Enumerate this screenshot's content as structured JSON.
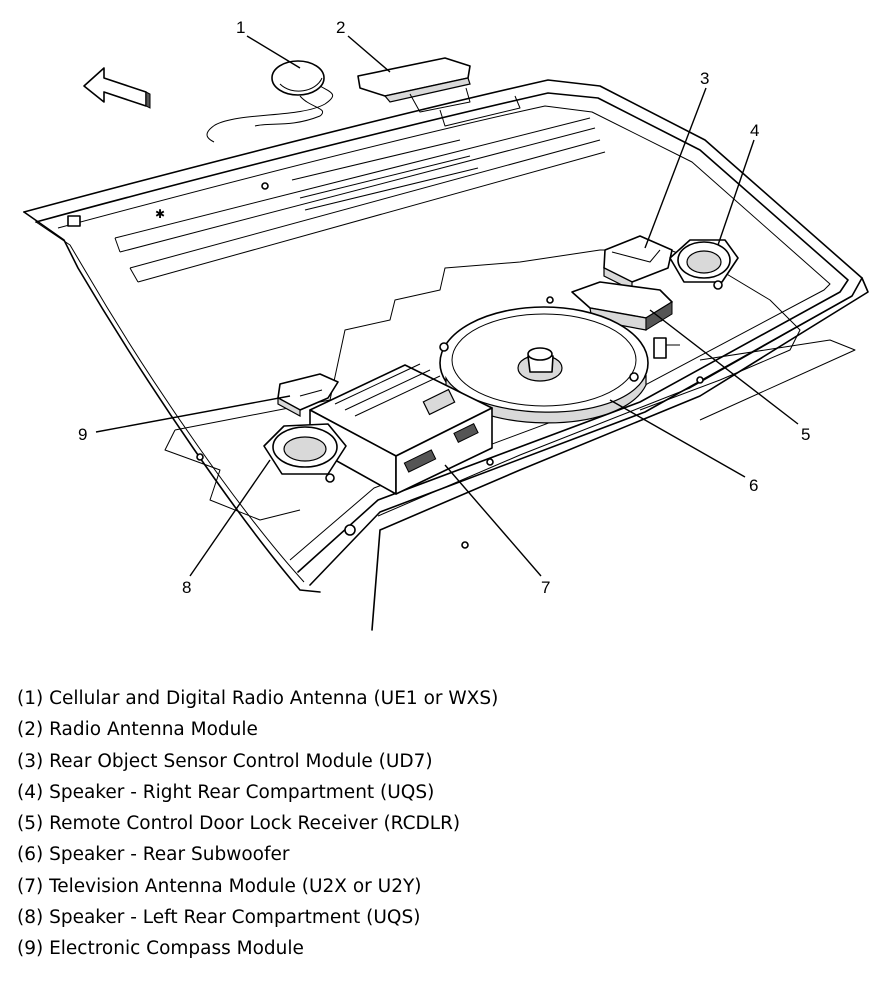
{
  "callouts": [
    "1",
    "2",
    "3",
    "4",
    "5",
    "6",
    "7",
    "8",
    "9"
  ],
  "legend": [
    "(1) Cellular and Digital Radio Antenna (UE1 or WXS)",
    "(2) Radio Antenna Module",
    "(3) Rear Object Sensor Control Module (UD7)",
    "(4) Speaker - Right Rear Compartment (UQS)",
    "(5) Remote Control Door Lock Receiver (RCDLR)",
    "(6) Speaker - Rear Subwoofer",
    "(7) Television Antenna Module (U2X or U2Y)",
    "(8) Speaker - Left Rear Compartment (UQS)",
    "(9) Electronic Compass Module"
  ]
}
